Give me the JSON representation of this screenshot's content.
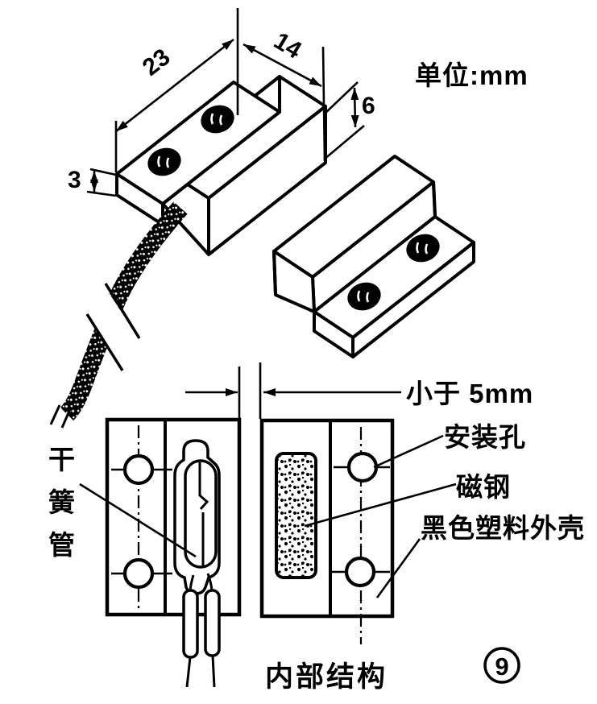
{
  "unit_label": "单位:mm",
  "dimensions": {
    "length_mm": "23",
    "width_mm": "14",
    "height_mm": "6",
    "flange_thickness_mm": "3",
    "gap_label": "小于 5mm"
  },
  "labels": {
    "reed_switch": "干簧管",
    "reed_switch_chars": [
      "干",
      "簧",
      "管"
    ],
    "mounting_hole": "安装孔",
    "magnet": "磁钢",
    "housing": "黑色塑料外壳"
  },
  "caption": "内部结构",
  "figure_number": "9",
  "colors": {
    "line": "#000000",
    "background": "#ffffff"
  }
}
